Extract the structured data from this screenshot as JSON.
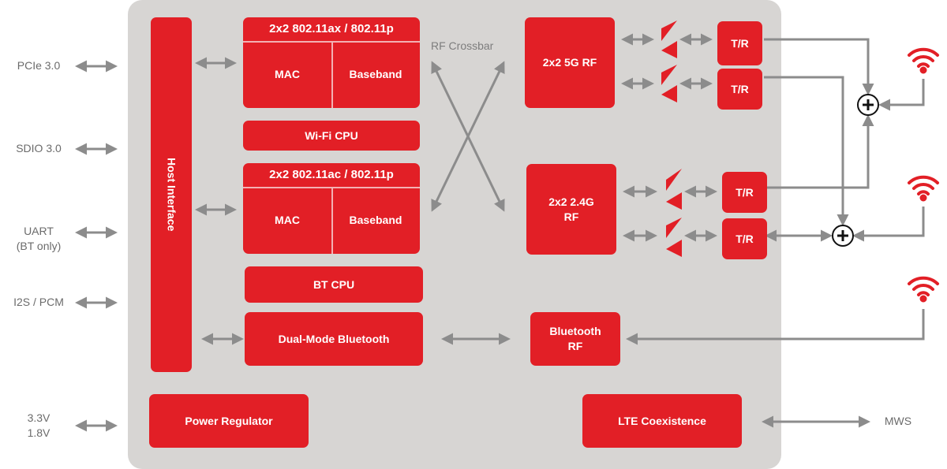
{
  "external": {
    "pcie": "PCIe 3.0",
    "sdio": "SDIO 3.0",
    "uart_line1": "UART",
    "uart_line2": "(BT only)",
    "i2s": "I2S / PCM",
    "volt_line1": "3.3V",
    "volt_line2": "1.8V",
    "mws": "MWS"
  },
  "blocks": {
    "host_interface": "Host Interface",
    "wifi_ax_header": "2x2 802.11ax / 802.11p",
    "wifi_ac_header": "2x2 802.11ac / 802.11p",
    "mac": "MAC",
    "baseband": "Baseband",
    "wifi_cpu": "Wi-Fi CPU",
    "bt_cpu": "BT CPU",
    "dual_mode_bt": "Dual-Mode Bluetooth",
    "rf_crossbar": "RF Crossbar",
    "rf_5g": "2x2 5G RF",
    "rf_24g_line1": "2x2 2.4G",
    "rf_24g_line2": "RF",
    "bt_rf_line1": "Bluetooth",
    "bt_rf_line2": "RF",
    "tr": "T/R",
    "power_regulator": "Power Regulator",
    "lte_coexistence": "LTE Coexistence"
  },
  "colors": {
    "block_red": "#e21f26",
    "chip_gray": "#d7d5d3",
    "arrow_gray": "#8c8c8c"
  },
  "icons": [
    "bidirectional-arrow-icon",
    "amplifier-triangle-icon",
    "combiner-plus-icon",
    "wifi-antenna-icon"
  ]
}
